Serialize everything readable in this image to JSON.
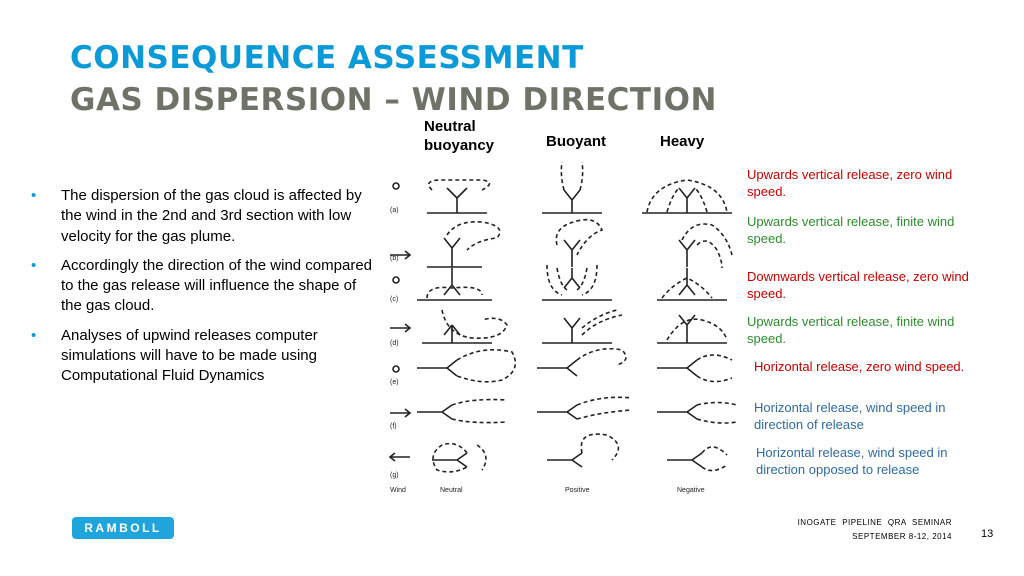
{
  "title": {
    "line1": "CONSEQUENCE ASSESSMENT",
    "line2": "GAS DISPERSION – WIND DIRECTION"
  },
  "columns": {
    "neutral": "Neutral buoyancy",
    "buoyant": "Buoyant",
    "heavy": "Heavy"
  },
  "bullets": [
    "The dispersion of the gas cloud is affected by the wind in the 2nd and 3rd section with low velocity for the gas plume.",
    "Accordingly the direction of the wind compared to the gas release will influence the shape of the gas cloud.",
    "Analyses of upwind releases computer simulations will have to be made using Computational Fluid Dynamics"
  ],
  "diagram": {
    "row_labels": [
      "(a)",
      "(b)",
      "(c)",
      "(d)",
      "(e)",
      "(f)",
      "(g)"
    ],
    "bottom_labels": [
      "Wind",
      "Neutral",
      "Positive",
      "Negative"
    ]
  },
  "captions": [
    {
      "text": "Upwards vertical release, zero wind speed.",
      "color": "#c00000"
    },
    {
      "text": "Upwards vertical release, finite wind speed.",
      "color": "#2e8b2e"
    },
    {
      "text": "Downwards vertical release, zero wind speed.",
      "color": "#c00000"
    },
    {
      "text": "Upwards vertical release, finite wind speed.",
      "color": "#2e8b2e"
    },
    {
      "text": "Horizontal release, zero wind speed.",
      "color": "#c00000"
    },
    {
      "text": "Horizontal release, wind speed in direction of release",
      "color": "#2f6a9e"
    },
    {
      "text": "Horizontal release, wind speed in direction opposed to release",
      "color": "#2f6a9e"
    }
  ],
  "footer": {
    "logo": "RAMBOLL",
    "seminar": "INOGATE PIPELINE QRA SEMINAR",
    "date": "SEPTEMBER 8-12, 2014",
    "page": "13"
  }
}
